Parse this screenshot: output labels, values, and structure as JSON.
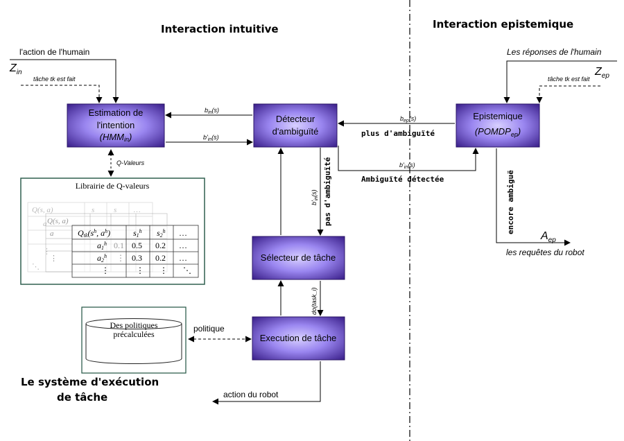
{
  "sections": {
    "intuitive": "Interaction intuitive",
    "epistemic": "Interaction epistemique",
    "system_line1": "Le système d'exécution",
    "system_line2": "de tâche"
  },
  "boxes": {
    "estimation_line1": "Estimation de",
    "estimation_line2": "l'intention",
    "estimation_line3": "(HMM",
    "estimation_sub": "in",
    "detecteur_line1": "Détecteur",
    "detecteur_line2": "d'ambiguïté",
    "epistemique_line1": "Epistemique",
    "epistemique_line2": "(POMDP",
    "epistemique_sub": "ep",
    "selecteur": "Sélecteur de tâche",
    "execution": "Execution de tâche"
  },
  "labels": {
    "action_humain": "l'action de l'humain",
    "z_in": "Z",
    "z_in_sub": "in",
    "tache_fait_left": "tâche tk est fait",
    "b_in": "b",
    "b_in_sub": "in",
    "b_in_arg": "(s)",
    "bprime_in": "b'",
    "bprime_in_sub": "in",
    "bprime_in_arg": "(s)",
    "q_valeurs": "Q-Valeurs",
    "librairie_title": "Librairie de Q-valeurs",
    "reponses_humain": "Les réponses de l'humain",
    "tache_fait_right": "tâche tk est fait",
    "z_ep": "Z",
    "z_ep_sub": "ep",
    "b_ep": "b",
    "b_ep_sub": "ep",
    "b_ep_arg": "(s)",
    "plus_ambiguite": "plus d'ambiguïté",
    "bprime_in2": "b'",
    "bprime_in2_sub": "in",
    "bprime_in2_arg": "(s)",
    "ambiguite_detectee": "Ambiguïté détectée",
    "bprime_vert": "b'",
    "bprime_vert_sub": "in",
    "bprime_vert_arg": "(s)",
    "pas_ambiguite": "pas d'ambiguïté",
    "encore_ambigue": "encore ambiguë",
    "a_ep": "A",
    "a_ep_sub": "ep",
    "requetes_robot": "les requêtes du robot",
    "do_task": "do(task_i)",
    "politique": "politique",
    "politiques_line1": "Des politiques",
    "politiques_line2": "précalculées",
    "action_robot": "action du robot"
  },
  "qtable": {
    "header": [
      "Q",
      "s",
      "s",
      "…"
    ],
    "row1": [
      "a",
      "0.1",
      "0.5",
      "0.2",
      "…"
    ],
    "row2": [
      "a",
      "⋮",
      "0.3",
      "0.2",
      "…"
    ],
    "row3": [
      "⋮",
      "⋮",
      "⋮",
      "⋮",
      "⋱"
    ]
  },
  "colors": {
    "box_dark": "#3a1f8a",
    "box_light": "#c9c0ff",
    "library_border": "#2f5f4f"
  }
}
